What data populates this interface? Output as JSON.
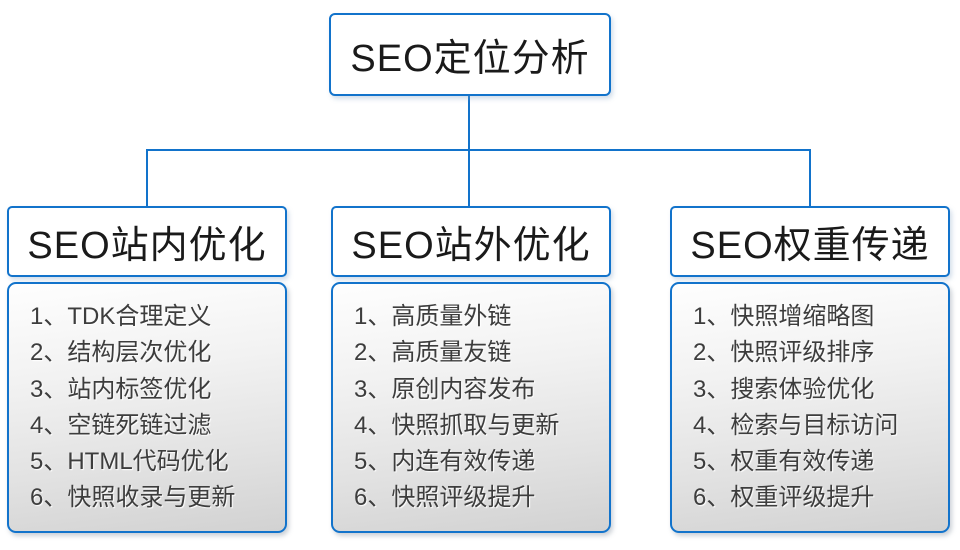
{
  "root_node": {
    "label": "SEO定位分析"
  },
  "columns": [
    {
      "title": "SEO站内优化",
      "items": [
        "1、TDK合理定义",
        "2、结构层次优化",
        "3、站内标签优化",
        "4、空链死链过滤",
        "5、HTML代码优化",
        "6、快照收录与更新"
      ]
    },
    {
      "title": "SEO站外优化",
      "items": [
        "1、高质量外链",
        "2、高质量友链",
        "3、原创内容发布",
        "4、快照抓取与更新",
        "5、内连有效传递",
        "6、快照评级提升"
      ]
    },
    {
      "title": "SEO权重传递",
      "items": [
        "1、快照增缩略图",
        "2、快照评级排序",
        "3、搜索体验优化",
        "4、检索与目标访问",
        "5、权重有效传递",
        "6、权重评级提升"
      ]
    }
  ],
  "colors": {
    "node_border": "#1273cb",
    "connector": "#1273cb",
    "list_text": "#3d3d3d",
    "panel_gradient_top": "#fefefe",
    "panel_gradient_bottom": "#d2d2d2"
  }
}
